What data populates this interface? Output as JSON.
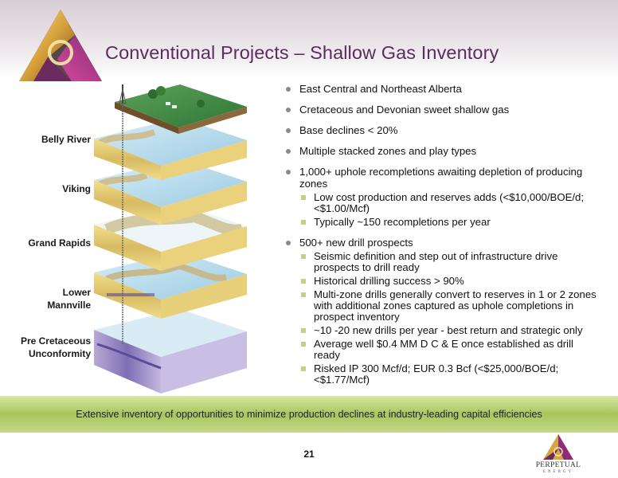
{
  "title": "Conventional Projects – Shallow Gas Inventory",
  "layer_labels": [
    {
      "line1": "Belly River",
      "line2": ""
    },
    {
      "line1": "Viking",
      "line2": ""
    },
    {
      "line1": "Grand Rapids",
      "line2": ""
    },
    {
      "line1": "Lower",
      "line2": "Mannville"
    },
    {
      "line1": "Pre Cretaceous",
      "line2": "Unconformity"
    }
  ],
  "bullets": [
    {
      "text": "East Central and Northeast Alberta",
      "sub": []
    },
    {
      "text": "Cretaceous and Devonian sweet shallow gas",
      "sub": []
    },
    {
      "text": "Base declines < 20%",
      "sub": []
    },
    {
      "text": "Multiple stacked zones and play types",
      "sub": []
    },
    {
      "text": "1,000+ uphole recompletions awaiting depletion of producing zones",
      "sub": [
        "Low cost production and reserves adds (<$10,000/BOE/d; <$1.00/Mcf)",
        "Typically ~150 recompletions per year"
      ]
    },
    {
      "text": "500+ new drill prospects",
      "sub": [
        "Seismic definition and step out of infrastructure drive prospects to drill ready",
        "Historical drilling success > 90%",
        "Multi-zone drills generally convert to reserves in 1 or 2 zones with additional zones captured as uphole completions in prospect inventory",
        "~10 -20 new drills per year  - best return and strategic only",
        "Average well $0.4 MM D C & E once established as drill ready",
        "Risked  IP 300 Mcf/d; EUR 0.3 Bcf (<$25,000/BOE/d; <$1.77/Mcf)"
      ]
    }
  ],
  "footer_banner": "Extensive inventory of opportunities to minimize production declines at industry-leading capital efficiencies",
  "page_number": "21",
  "logo": {
    "name": "PERPETUAL",
    "sub": "ENERGY"
  },
  "colors": {
    "title": "#5a2d5f",
    "banner": "#a8c65c",
    "sub_bullet": "#bed28a"
  }
}
